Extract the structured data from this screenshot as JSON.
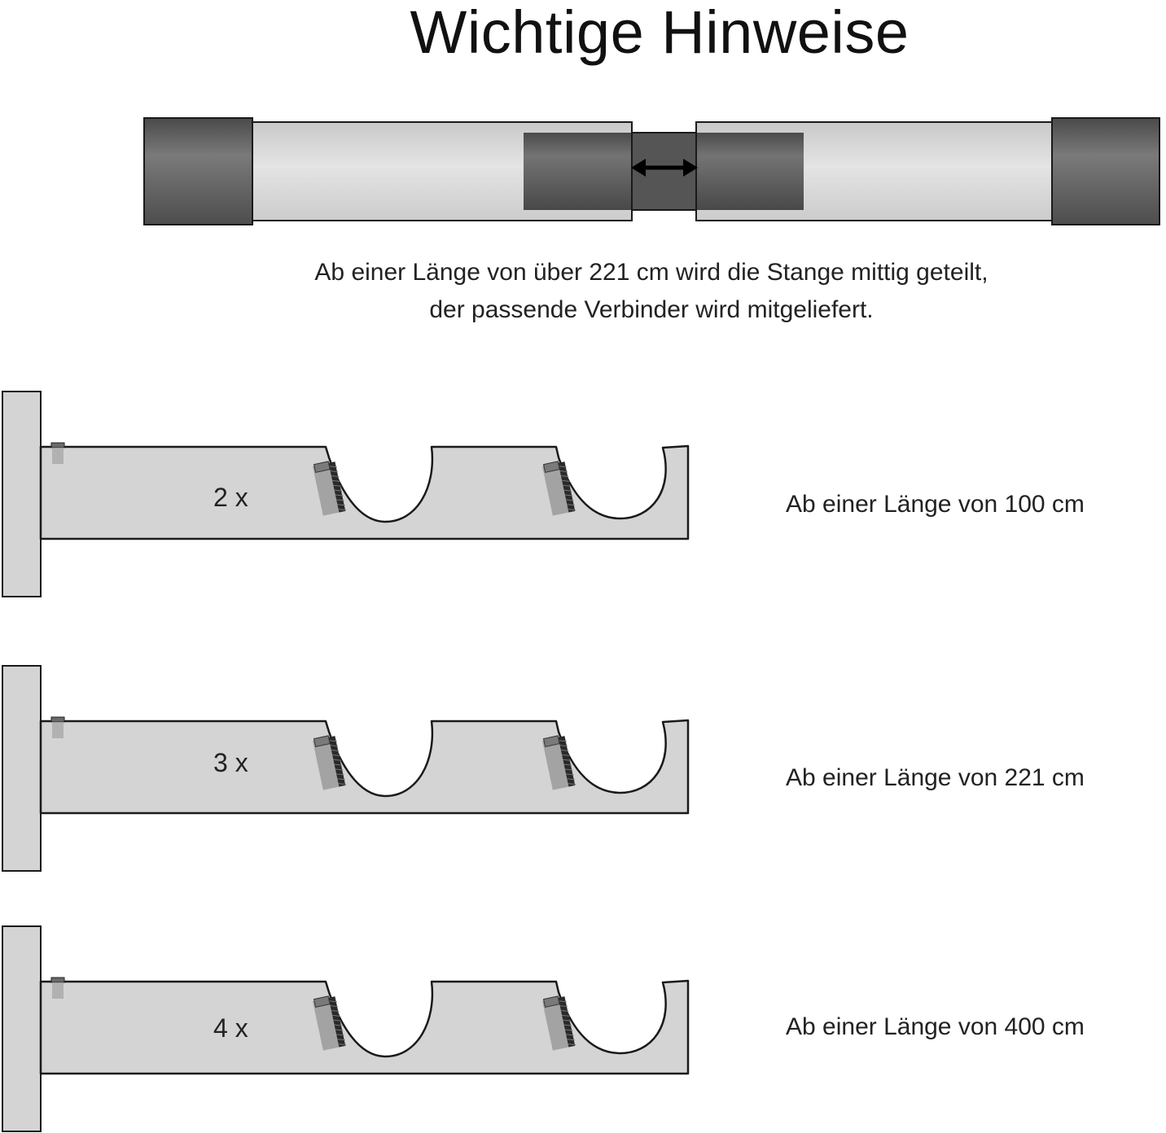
{
  "page": {
    "title": "Wichtige Hinweise"
  },
  "rod_section": {
    "note_line_1": "Ab einer Länge von über 221 cm wird die Stange mittig geteilt,",
    "note_line_2": "der passende Verbinder wird mitgeliefert."
  },
  "brackets": [
    {
      "quantity": "2 x",
      "caption": "Ab einer Länge von 100 cm"
    },
    {
      "quantity": "3 x",
      "caption": "Ab einer Länge von 221 cm"
    },
    {
      "quantity": "4 x",
      "caption": "Ab einer Länge von 400 cm"
    }
  ],
  "colors": {
    "rod_light": "#d9d9d9",
    "rod_dark": "#5a5a5a",
    "bracket_fill": "#d4d4d4",
    "outline": "#1a1a1a"
  }
}
